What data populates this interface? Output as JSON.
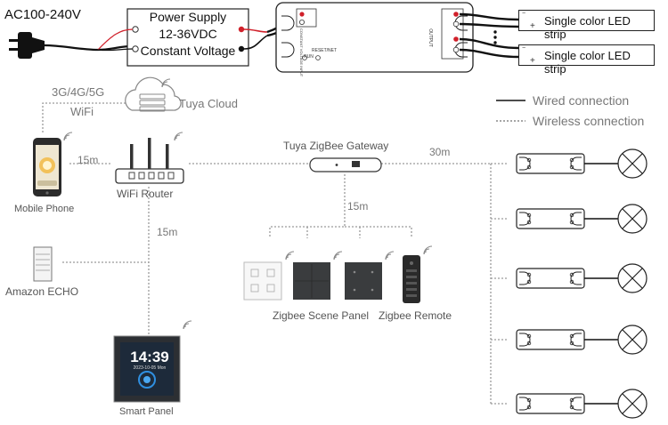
{
  "ac_input": "AC100-240V",
  "power_supply": {
    "line1": "Power Supply",
    "line2": "12-36VDC",
    "line3": "Constant Voltage"
  },
  "controller": {
    "run_label": "RUN",
    "reset_label": "RESET/NET",
    "output_label": "OUTPUT",
    "input_label": "CONSTANT VOLTAGE INPUT"
  },
  "strips": [
    {
      "label": "Single color LED strip",
      "neg": "−",
      "pos": "+"
    },
    {
      "label": "Single color LED strip",
      "neg": "−",
      "pos": "+"
    }
  ],
  "legend": {
    "wired": "Wired connection",
    "wireless": "Wireless connection"
  },
  "network": {
    "mobile_data": "3G/4G/5G",
    "wifi": "WiFi",
    "cloud": "Tuya Cloud"
  },
  "devices": {
    "mobile_phone": "Mobile Phone",
    "wifi_router": "WiFi Router",
    "gateway": "Tuya ZigBee Gateway",
    "amazon_echo": "Amazon ECHO",
    "smart_panel": "Smart Panel",
    "scene_panel": "Zigbee Scene Panel",
    "remote": "Zigbee Remote"
  },
  "distances": {
    "phone_router": "15m",
    "router_panel": "15m",
    "gateway_panels": "15m",
    "gateway_drivers": "30m"
  },
  "smart_panel_screen": {
    "time": "14:39",
    "date": "2023-10-05 Mon"
  },
  "drivers": [
    {
      "id": 1
    },
    {
      "id": 2
    },
    {
      "id": 3
    },
    {
      "id": 4
    },
    {
      "id": 5
    }
  ],
  "colors": {
    "wire": "#111111",
    "wire_red": "#d0202a",
    "dashed": "#9a9a9a",
    "device_dark": "#3a3c3e"
  }
}
